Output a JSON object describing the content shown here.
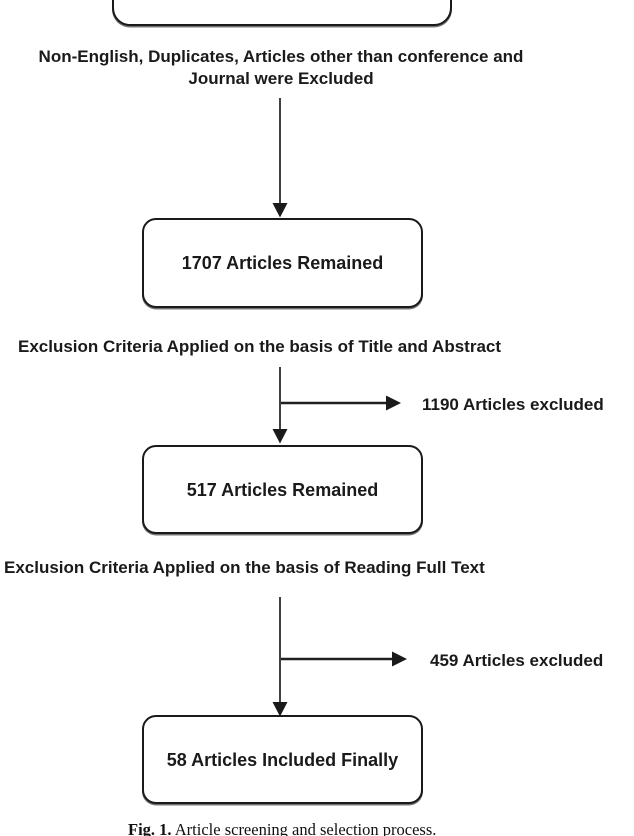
{
  "flowchart": {
    "exclusion_note_top": "Non-English, Duplicates, Articles other than conference and\nJournal were Excluded",
    "box_articles_remained_1": "1707 Articles Remained",
    "criteria_note_1": "Exclusion Criteria Applied on the basis of Title and Abstract",
    "excluded_label_1": "1190 Articles excluded",
    "box_articles_remained_2": "517 Articles Remained",
    "criteria_note_2": "Exclusion Criteria Applied on the basis of Reading Full Text",
    "excluded_label_2": "459 Articles excluded",
    "box_included_final": "58 Articles Included Finally",
    "ink_color": "#1a1a1a",
    "background_color": "#ffffff"
  },
  "caption": {
    "prefix": "Fig. 1.",
    "text": " Article screening and selection process."
  }
}
